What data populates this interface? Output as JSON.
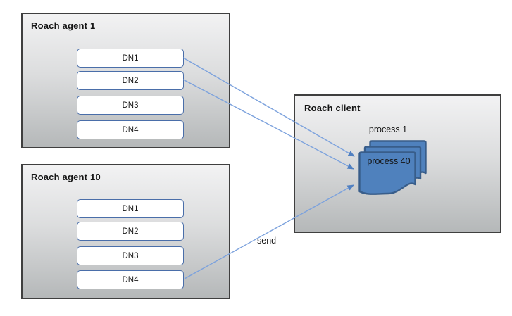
{
  "diagram": {
    "agents": [
      {
        "title": "Roach agent 1",
        "nodes": [
          "DN1",
          "DN2",
          "DN3",
          "DN4"
        ]
      },
      {
        "title": "Roach agent 10",
        "nodes": [
          "DN1",
          "DN2",
          "DN3",
          "DN4"
        ]
      }
    ],
    "client": {
      "title": "Roach client",
      "stack_back_label": "process 1",
      "stack_front_label": "process 40"
    },
    "edges": {
      "send_label": "send",
      "connections": [
        "agent1.DN1 -> client.process-stack",
        "agent1.DN2 -> client.process-stack",
        "agent10.DN4 -> client.process-stack (send)"
      ]
    },
    "colors": {
      "box_border": "#3f3f3f",
      "box_gradient_top": "#f2f2f3",
      "box_gradient_bottom": "#b5b8b9",
      "node_border": "#4a6ea9",
      "node_fill": "#ffffff",
      "document_fill": "#4f81bd",
      "document_border": "#385d8a",
      "arrow_line": "#7ca2dd",
      "arrow_head": "#5180c1",
      "text": "#141414",
      "background": "#ffffff"
    }
  }
}
